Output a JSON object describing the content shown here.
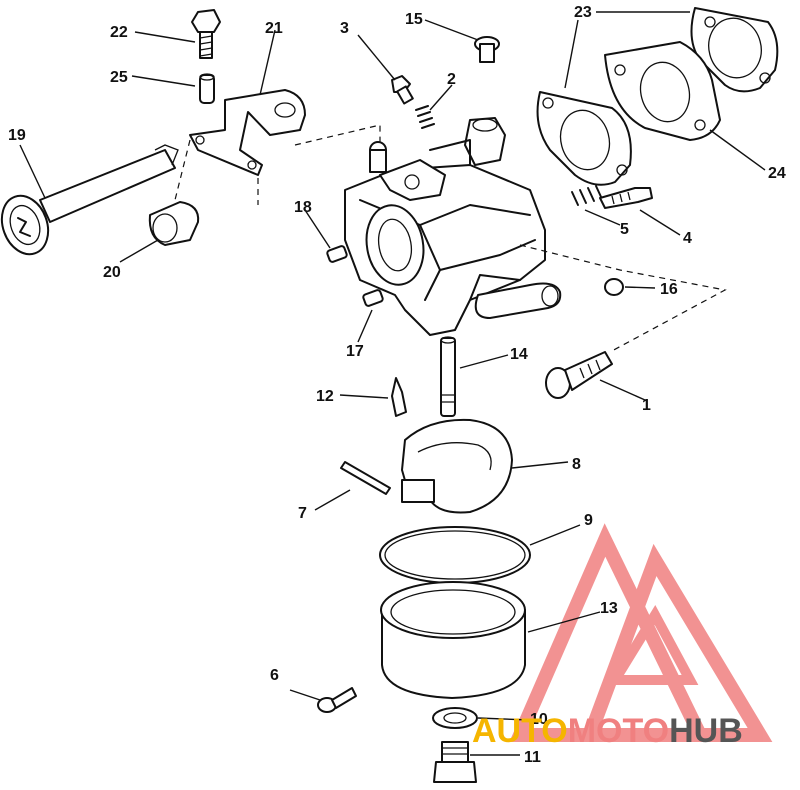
{
  "callouts": [
    "1",
    "2",
    "3",
    "4",
    "5",
    "6",
    "7",
    "8",
    "9",
    "10",
    "11",
    "12",
    "13",
    "14",
    "15",
    "16",
    "17",
    "18",
    "19",
    "20",
    "21",
    "22",
    "23",
    "24",
    "25"
  ],
  "watermark": {
    "part1": "AUTO",
    "part2": "MOTO",
    "part3": "HUB",
    "color_part1": "#f5b500",
    "color_part2": "#f08080",
    "color_part3": "#555555",
    "logo_color": "#f08080"
  }
}
